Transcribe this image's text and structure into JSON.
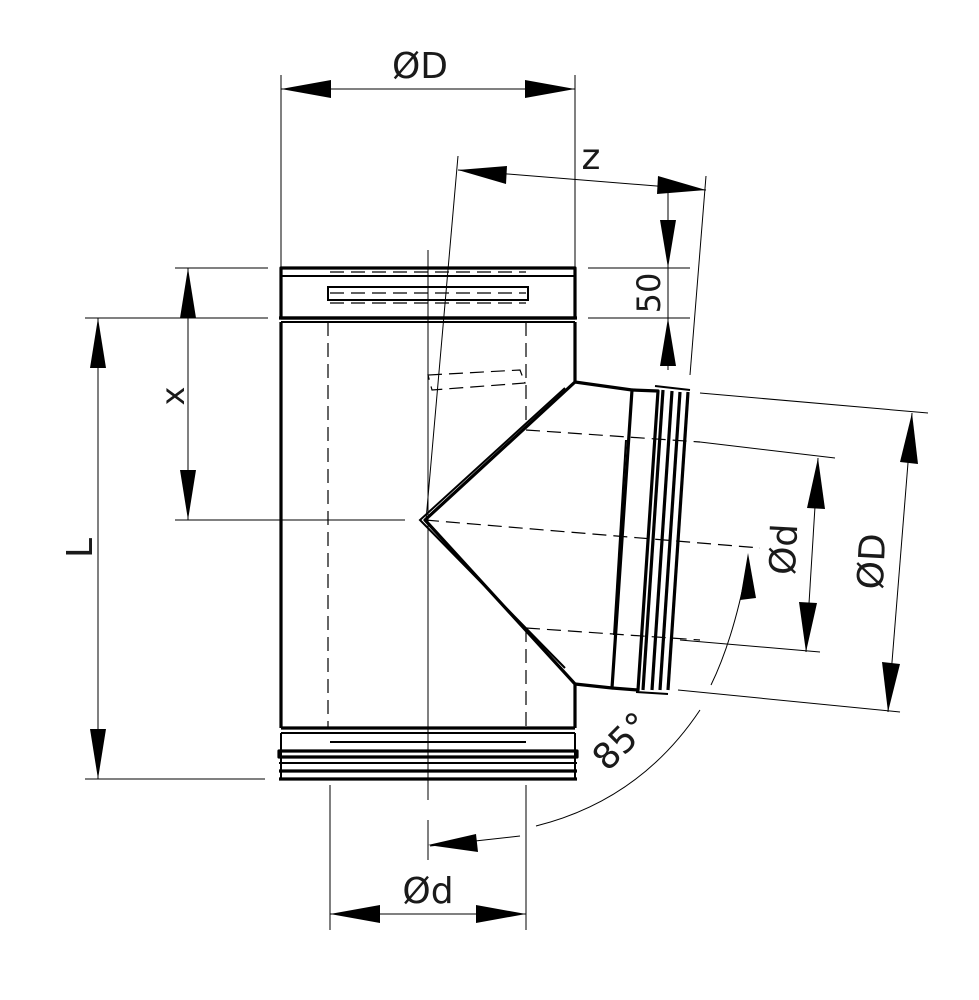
{
  "labels": {
    "outer_diameter_top": "ØD",
    "offset_z": "z",
    "collar_height": "50",
    "offset_x": "x",
    "length_L": "L",
    "inner_diameter_branch": "Ød",
    "outer_diameter_branch": "ØD",
    "branch_angle": "85°",
    "inner_diameter_bottom": "Ød"
  }
}
